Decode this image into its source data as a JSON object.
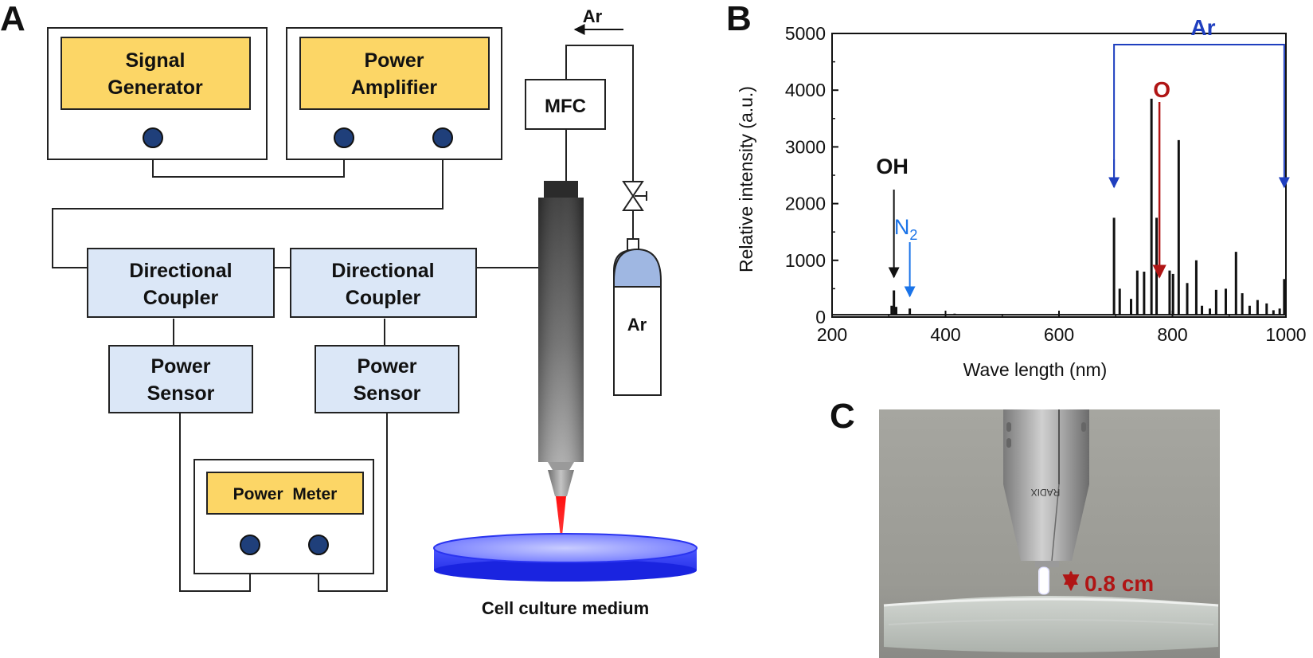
{
  "panels": {
    "a": "A",
    "b": "B",
    "c": "C"
  },
  "schematic": {
    "signal_generator": [
      "Signal",
      "Generator"
    ],
    "power_amplifier": [
      "Power",
      "Amplifier"
    ],
    "directional_coupler_1": [
      "Directional",
      "Coupler"
    ],
    "directional_coupler_2": [
      "Directional",
      "Coupler"
    ],
    "power_sensor_1": [
      "Power",
      "Sensor"
    ],
    "power_sensor_2": [
      "Power",
      "Sensor"
    ],
    "power_meter": "Power  Meter",
    "mfc": "MFC",
    "gas_flow_label": "Ar",
    "gas_cylinder_label": "Ar",
    "medium_label": "Cell culture medium"
  },
  "photo": {
    "gap_label": "0.8 cm",
    "nozzle_text": "RADIX"
  },
  "chart_data": {
    "type": "line",
    "xlabel": "Wave length (nm)",
    "ylabel": "Relative intensity (a.u.)",
    "xlim": [
      200,
      1000
    ],
    "ylim": [
      0,
      5000
    ],
    "xticks": [
      200,
      400,
      600,
      800,
      1000
    ],
    "yticks": [
      0,
      1000,
      2000,
      3000,
      4000,
      5000
    ],
    "grid": false,
    "baseline": 40,
    "peaks": [
      {
        "x": 305,
        "y": 200
      },
      {
        "x": 309,
        "y": 470
      },
      {
        "x": 313,
        "y": 180
      },
      {
        "x": 337,
        "y": 150
      },
      {
        "x": 416,
        "y": 60
      },
      {
        "x": 617,
        "y": 50
      },
      {
        "x": 697,
        "y": 1750
      },
      {
        "x": 707,
        "y": 500
      },
      {
        "x": 727,
        "y": 320
      },
      {
        "x": 738,
        "y": 820
      },
      {
        "x": 750,
        "y": 800
      },
      {
        "x": 763,
        "y": 3850
      },
      {
        "x": 772,
        "y": 1750
      },
      {
        "x": 795,
        "y": 820
      },
      {
        "x": 801,
        "y": 760
      },
      {
        "x": 811,
        "y": 3120
      },
      {
        "x": 826,
        "y": 600
      },
      {
        "x": 842,
        "y": 1000
      },
      {
        "x": 852,
        "y": 200
      },
      {
        "x": 866,
        "y": 150
      },
      {
        "x": 877,
        "y": 480
      },
      {
        "x": 894,
        "y": 500
      },
      {
        "x": 912,
        "y": 1150
      },
      {
        "x": 923,
        "y": 420
      },
      {
        "x": 936,
        "y": 200
      },
      {
        "x": 950,
        "y": 300
      },
      {
        "x": 966,
        "y": 240
      },
      {
        "x": 978,
        "y": 120
      },
      {
        "x": 989,
        "y": 150
      },
      {
        "x": 997,
        "y": 670
      }
    ],
    "annotations": {
      "oh": {
        "label": "OH",
        "x": 309,
        "color": "#111111"
      },
      "n2": {
        "label": "N",
        "subscript": "2",
        "x": 337,
        "color": "#1a73e8"
      },
      "o": {
        "label": "O",
        "x": 777,
        "color": "#b01515"
      },
      "ar": {
        "label": "Ar",
        "x_start": 697,
        "x_end": 997,
        "color": "#1f3fbf"
      }
    }
  },
  "colors": {
    "yellow_box": "#fcd666",
    "blue_box": "#dbe7f7",
    "knob": "#1f3f7a",
    "red": "#b01515",
    "ar_blue": "#1f3fbf",
    "n2_blue": "#1a73e8",
    "dish": "#2a34f0"
  }
}
